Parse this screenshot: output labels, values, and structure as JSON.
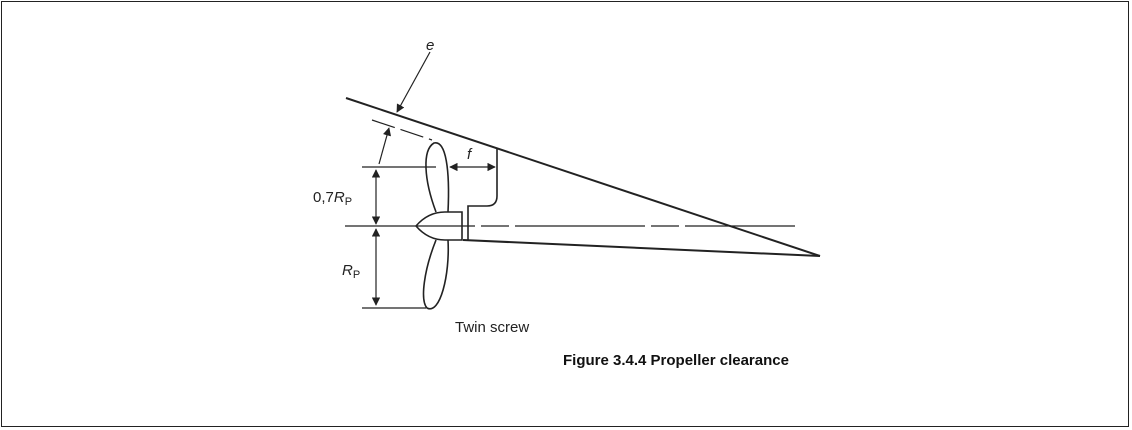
{
  "labels": {
    "e": "e",
    "f": "f",
    "r07_prefix": "0,7",
    "r_var": "R",
    "r_sub": "P",
    "twin_screw": "Twin screw"
  },
  "caption": "Figure 3.4.4 Propeller clearance",
  "colors": {
    "line": "#222222",
    "background": "#ffffff"
  }
}
